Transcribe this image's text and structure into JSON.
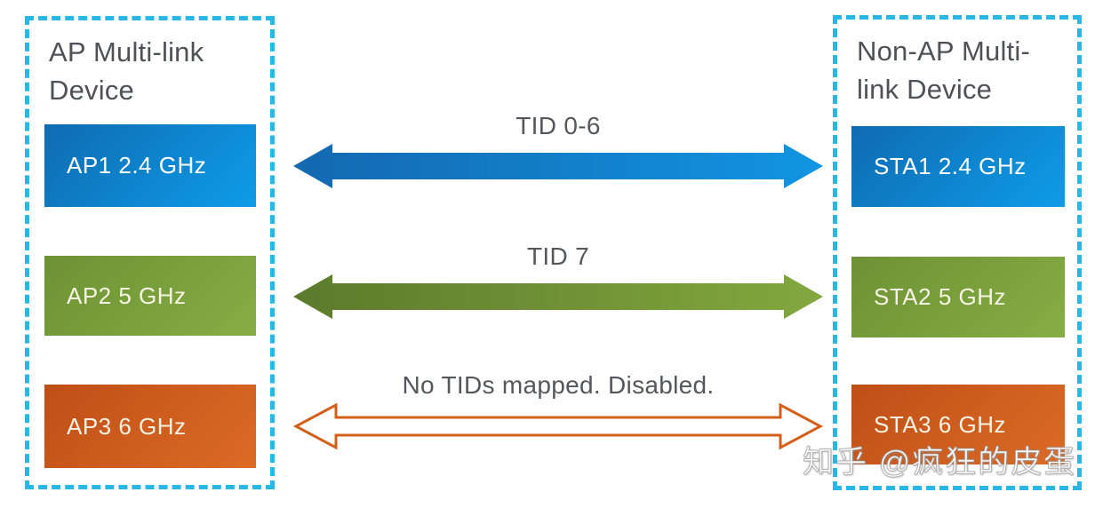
{
  "diagram": {
    "left_device": {
      "title": "AP Multi-link Device",
      "nodes": [
        {
          "label": "AP1 2.4 GHz",
          "color_start": "#0f6bb2",
          "color_end": "#0d9ce8",
          "text_color": "#ffffff"
        },
        {
          "label": "AP2 5 GHz",
          "color_start": "#6d9234",
          "color_end": "#86ad45",
          "text_color": "#f7f3e3"
        },
        {
          "label": "AP3 6 GHz",
          "color_start": "#bf4e17",
          "color_end": "#dd6b25",
          "text_color": "#f7f3e3"
        }
      ]
    },
    "right_device": {
      "title": "Non-AP Multi-link Device",
      "nodes": [
        {
          "label": "STA1 2.4 GHz",
          "color_start": "#0f6bb2",
          "color_end": "#0d9ce8",
          "text_color": "#ffffff"
        },
        {
          "label": "STA2 5 GHz",
          "color_start": "#6d9234",
          "color_end": "#86ad45",
          "text_color": "#f7f3e3"
        },
        {
          "label": "STA3 6 GHz",
          "color_start": "#bf4e17",
          "color_end": "#dd6b25",
          "text_color": "#f7f3e3"
        }
      ]
    },
    "links": [
      {
        "label": "TID 0-6",
        "style": "solid",
        "color_start": "#1468b0",
        "color_end": "#1195e2"
      },
      {
        "label": "TID 7",
        "style": "solid",
        "color_start": "#5c7a2c",
        "color_end": "#83a83e"
      },
      {
        "label": "No TIDs mapped. Disabled.",
        "style": "hollow-outline",
        "stroke_color": "#d4601c",
        "fill_color": "#ffffff"
      }
    ]
  },
  "watermark": {
    "text": "知乎 @疯狂的皮蛋"
  },
  "colors": {
    "background": "#ffffff",
    "dashed_border": "#29b7e5",
    "heading_text": "#4e5156",
    "link_label_text": "#54575b"
  }
}
